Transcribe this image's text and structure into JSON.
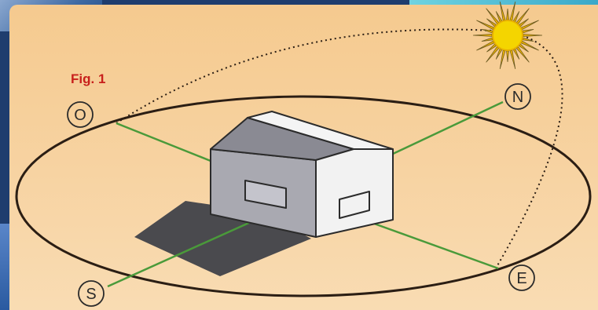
{
  "figure": {
    "label": "Fig. 1"
  },
  "directions": {
    "west": "O",
    "north": "N",
    "east": "E",
    "south": "S"
  },
  "colors": {
    "background": "#f7d3a2",
    "orbit_line": "#2b1e14",
    "axis_line": "#4a9a3a",
    "house_roof_light": "#f4f4f4",
    "house_roof_dark": "#7d7d86",
    "house_wall_front": "#a9a9b1",
    "shadow": "#4a4a4e",
    "sun": "#f4d500",
    "label_red": "#c8201c"
  },
  "icons": {
    "sun": "sun-icon",
    "house": "house-icon"
  }
}
